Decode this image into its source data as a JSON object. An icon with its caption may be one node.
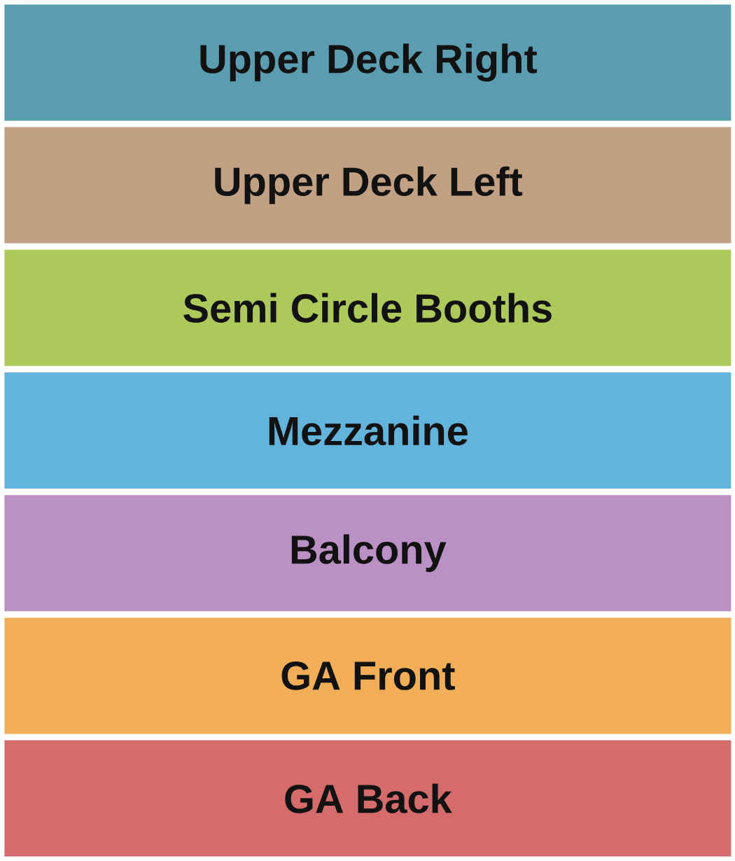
{
  "diagram": {
    "nodes": [
      {
        "text": [
          "Upper Deck Right"
        ]
      },
      {
        "text": [
          "Upper Deck Left"
        ]
      },
      {
        "text": [
          "Semi Circle Booths"
        ]
      },
      {
        "text": [
          "Mezzanine"
        ]
      },
      {
        "text": [
          "Balcony"
        ]
      },
      {
        "text": [
          "GA Front"
        ]
      },
      {
        "text": [
          "GA Back"
        ]
      }
    ]
  }
}
